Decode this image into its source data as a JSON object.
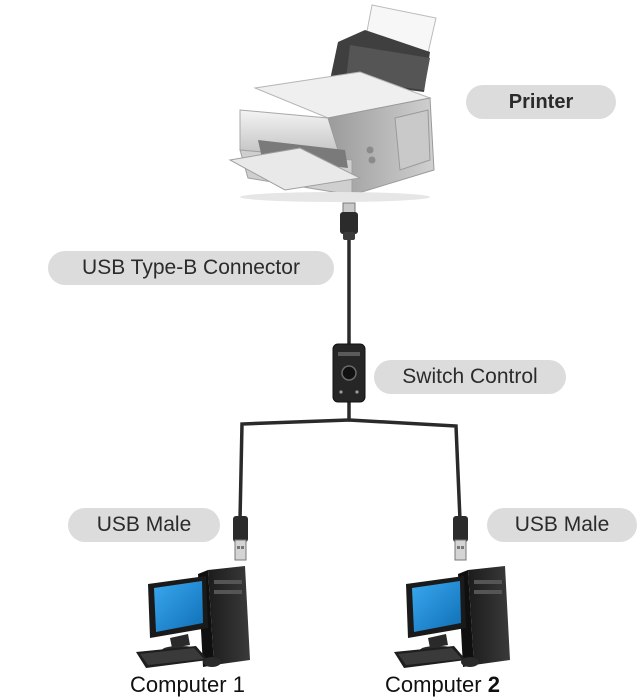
{
  "labels": {
    "printer": "Printer",
    "usb_type_b": "USB Type-B Connector",
    "switch_control": "Switch Control",
    "usb_male_left": "USB Male",
    "usb_male_right": "USB Male"
  },
  "captions": {
    "computer_1": "Computer 1",
    "computer_2_prefix": "Computer ",
    "computer_2_number": "2"
  },
  "colors": {
    "pill_background": "#dcdcdc",
    "cable": "#2a2a2a",
    "monitor_screen": "#1e8fd6",
    "printer_body": "#d9d9d9"
  },
  "icons": {
    "printer": "printer-icon",
    "computer": "desktop-computer-icon",
    "switch": "usb-switch-box-icon",
    "connector": "usb-connector-icon"
  }
}
